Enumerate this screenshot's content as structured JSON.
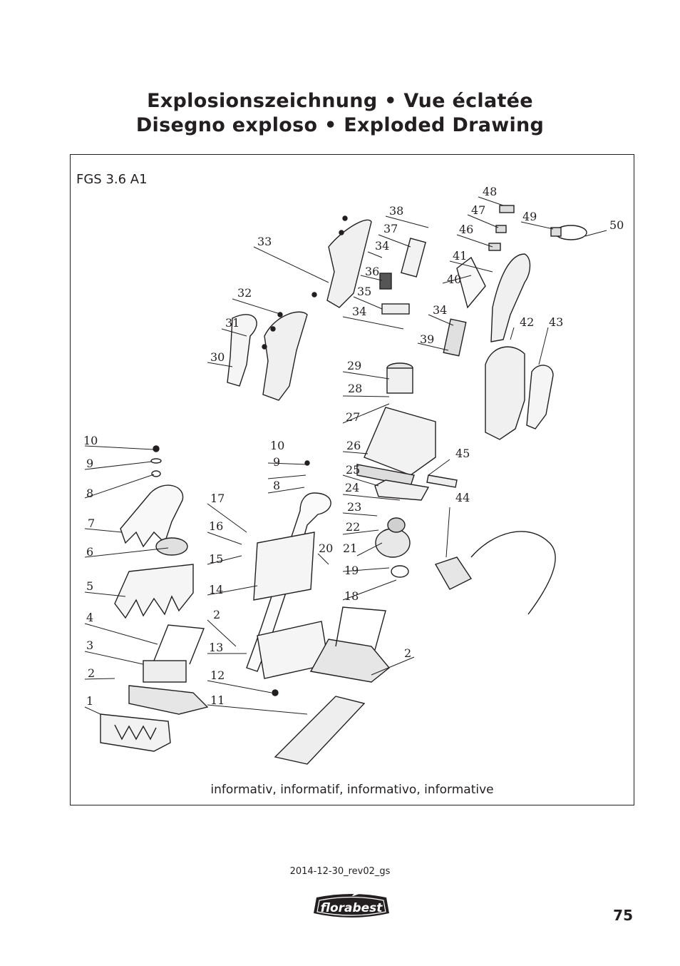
{
  "header": {
    "title_line1": "Explosionszeichnung • Vue éclatée",
    "title_line2": "Disegno exploso • Exploded Drawing"
  },
  "drawing": {
    "model": "FGS 3.6 A1",
    "caption": "informativ, informatif, informativo, informative",
    "part_numbers": [
      "1",
      "2",
      "3",
      "4",
      "5",
      "6",
      "7",
      "8",
      "9",
      "10",
      "11",
      "12",
      "13",
      "14",
      "15",
      "16",
      "17",
      "18",
      "19",
      "20",
      "21",
      "22",
      "23",
      "24",
      "25",
      "26",
      "27",
      "28",
      "29",
      "30",
      "31",
      "32",
      "33",
      "34",
      "35",
      "36",
      "37",
      "38",
      "39",
      "40",
      "41",
      "42",
      "43",
      "44",
      "45",
      "46",
      "47",
      "48",
      "49",
      "50"
    ]
  },
  "footer": {
    "revision": "2014-12-30_rev02_gs",
    "brand_logo": "florabest",
    "page_number": "75"
  }
}
